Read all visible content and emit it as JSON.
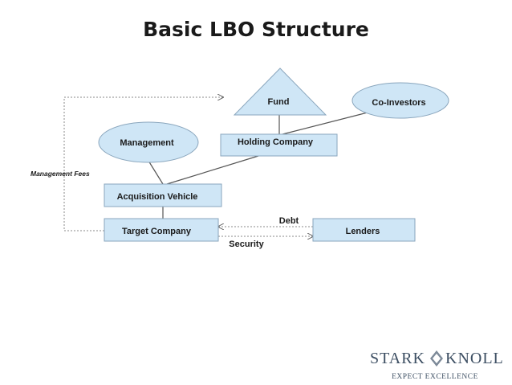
{
  "title": "Basic LBO Structure",
  "nodes": {
    "fund": "Fund",
    "co_investors": "Co-Investors",
    "management": "Management",
    "holding_company": "Holding Company",
    "acquisition_vehicle": "Acquisition Vehicle",
    "target_company": "Target Company",
    "lenders": "Lenders"
  },
  "edge_labels": {
    "management_fees": "Management Fees",
    "debt": "Debt",
    "security": "Security"
  },
  "logo": {
    "left": "STARK",
    "right": "KNOLL",
    "tagline": "EXPECT EXCELLENCE"
  },
  "colors": {
    "shape_fill": "#cfe6f6",
    "shape_stroke": "#8aa6bd",
    "line": "#555555",
    "logo": "#3d4f63"
  }
}
